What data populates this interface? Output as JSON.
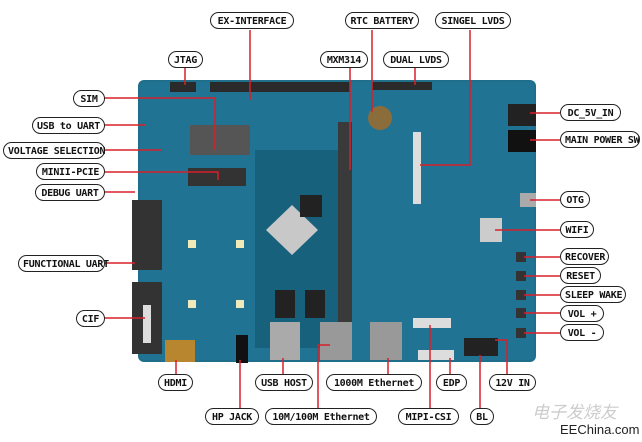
{
  "labels": {
    "ex_interface": "EX-INTERFACE",
    "rtc_battery": "RTC BATTERY",
    "singel_lvds": "SINGEL LVDS",
    "jtag": "JTAG",
    "mxm314": "MXM314",
    "dual_lvds": "DUAL LVDS",
    "sim": "SIM",
    "usb_to_uart": "USB to UART",
    "voltage_selection": "VOLTAGE SELECTION",
    "minii_pcie": "MINII-PCIE",
    "debug_uart": "DEBUG UART",
    "functional_uart": "FUNCTIONAL UART",
    "cif": "CIF",
    "hdmi": "HDMI",
    "hp_jack": "HP JACK",
    "usb_host": "USB HOST",
    "eth_100": "10M/100M Ethernet",
    "eth_1000": "1000M Ethernet",
    "edp": "EDP",
    "mipi_csi": "MIPI-CSI",
    "v12_in": "12V IN",
    "bl": "BL",
    "dc_5v_in": "DC_5V_IN",
    "main_power_sw": "MAIN POWER SW",
    "otg": "OTG",
    "wifi": "WIFI",
    "recover": "RECOVER",
    "reset": "RESET",
    "sleep_wake": "SLEEP WAKE",
    "vol_plus": "VOL +",
    "vol_minus": "VOL -"
  },
  "watermark": {
    "logo_text": "电子发烧友",
    "site": "EEChina.com"
  },
  "colors": {
    "board": "#1f6f8c",
    "leader": "#d8202a"
  }
}
